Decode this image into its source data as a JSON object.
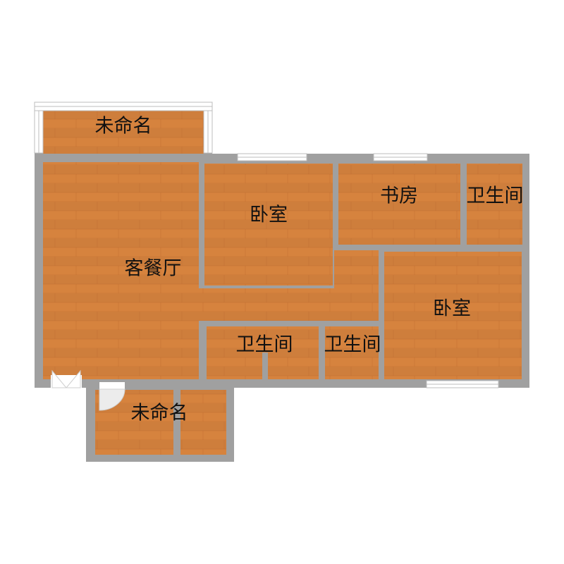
{
  "plan": {
    "rooms": {
      "balcony_top": "未命名",
      "living_dining": "客餐厅",
      "bedroom_main": "卧室",
      "study": "书房",
      "bathroom_ne": "卫生间",
      "bedroom_se": "卧室",
      "bathroom_1": "卫生间",
      "bathroom_2": "卫生间",
      "balcony_bottom": "未命名"
    }
  },
  "colors": {
    "floor": "#d6833e",
    "floor_line": "#b8642a",
    "wall": "#a0a0a0",
    "window": "#ffffff",
    "door_fill": "#ececec"
  }
}
